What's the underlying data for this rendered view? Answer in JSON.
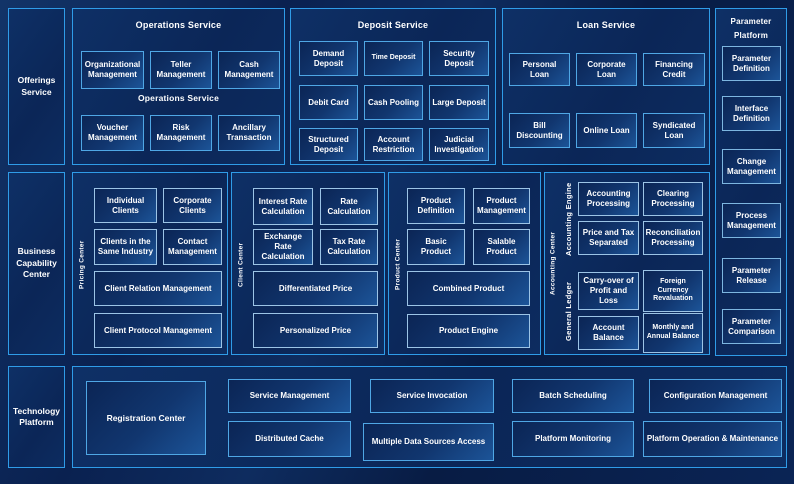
{
  "palette": {
    "background": "#081c44",
    "panel_fill": "#0b2657",
    "panel_border": "#2f9ce8",
    "cell_fill_dark": "#0b2555",
    "cell_fill_light": "#1c5498",
    "cell_border": "#4fa7e5",
    "text": "#ffffff"
  },
  "left_rail": {
    "offerings": "Offerings Service",
    "business": "Business Capability Center",
    "technology": "Technology Platform"
  },
  "operations": {
    "title": "Operations Service",
    "subtitle": "Operations Service",
    "cells": [
      "Organizational Management",
      "Teller Management",
      "Cash Management",
      "Voucher Management",
      "Risk Management",
      "Ancillary Transaction"
    ]
  },
  "deposit": {
    "title": "Deposit Service",
    "cells": [
      "Demand Deposit",
      "Time Deposit",
      "Security Deposit",
      "Debit Card",
      "Cash Pooling",
      "Large Deposit",
      "Structured Deposit",
      "Account Restriction",
      "Judicial Investigation"
    ]
  },
  "loan": {
    "title": "Loan Service",
    "cells": [
      "Personal Loan",
      "Corporate Loan",
      "Financing Credit",
      "Bill Discounting",
      "Online Loan",
      "Syndicated Loan"
    ]
  },
  "parameter": {
    "title_line1": "Parameter",
    "title_line2": "Platform",
    "cells": [
      "Parameter Definition",
      "Interface Definition",
      "Change Management",
      "Process Management",
      "Parameter Release",
      "Parameter Comparison"
    ]
  },
  "pricing": {
    "side_label": "Pricing Center",
    "cells": [
      "Individual Clients",
      "Corporate Clients",
      "Clients in the Same Industry",
      "Contact Management"
    ],
    "wide": [
      "Client Relation Management",
      "Client Protocol Management"
    ]
  },
  "client": {
    "side_label": "Client Center",
    "cells": [
      "Interest Rate Calculation",
      "Rate Calculation",
      "Exchange Rate Calculation",
      "Tax Rate Calculation"
    ],
    "wide": [
      "Differentiated Price",
      "Personalized Price"
    ]
  },
  "product": {
    "side_label": "Product Center",
    "cells": [
      "Product Definition",
      "Product Management",
      "Basic Product",
      "Salable Product"
    ],
    "wide": [
      "Combined Product",
      "Product Engine"
    ]
  },
  "accounting": {
    "side_label": "Accounting Center",
    "engine_label": "Accounting Engine",
    "engine_cells": [
      "Accounting Processing",
      "Clearing Processing",
      "Price and Tax Separated",
      "Reconciliation Processing"
    ],
    "ledger_label": "General  Ledger",
    "ledger_cells": [
      "Carry-over of Profit and Loss",
      "Foreign Currency Revaluation",
      "Account Balance",
      "Monthly and Annual Balance"
    ]
  },
  "technology": {
    "registration": "Registration Center",
    "row1": [
      "Service Management",
      "Service Invocation",
      "Batch Scheduling",
      "Configuration Management"
    ],
    "row2": [
      "Distributed Cache",
      "Multiple Data Sources Access",
      "Platform Monitoring",
      "Platform Operation & Maintenance"
    ]
  }
}
